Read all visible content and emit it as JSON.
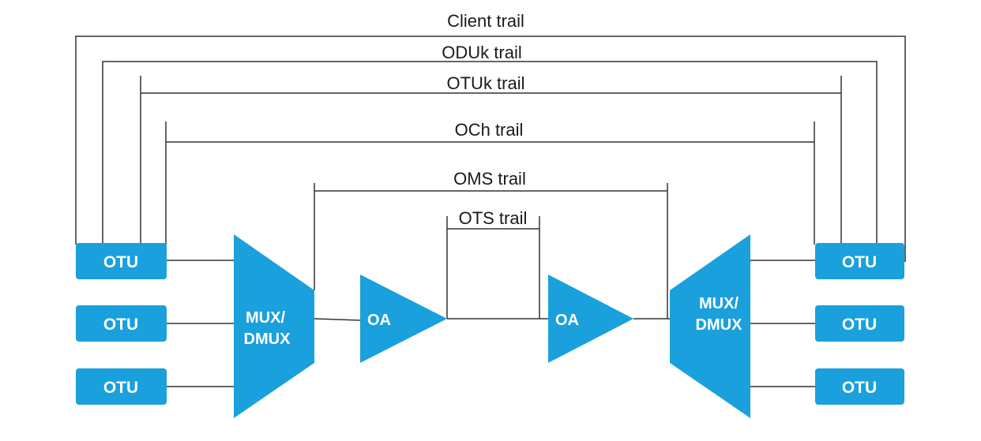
{
  "colors": {
    "accent": "#1aa0dc",
    "line": "#333333",
    "text": "#1a1a1a",
    "shape_text": "#ffffff"
  },
  "trails": {
    "client": "Client trail",
    "oduk": "ODUk trail",
    "otuk": "OTUk trail",
    "och": "OCh trail",
    "oms": "OMS trail",
    "ots": "OTS trail"
  },
  "left": {
    "otu": [
      "OTU",
      "OTU",
      "OTU"
    ],
    "mux_line1": "MUX/",
    "mux_line2": "DMUX",
    "oa": "OA"
  },
  "right": {
    "otu": [
      "OTU",
      "OTU",
      "OTU"
    ],
    "mux_line1": "MUX/",
    "mux_line2": "DMUX",
    "oa": "OA"
  }
}
